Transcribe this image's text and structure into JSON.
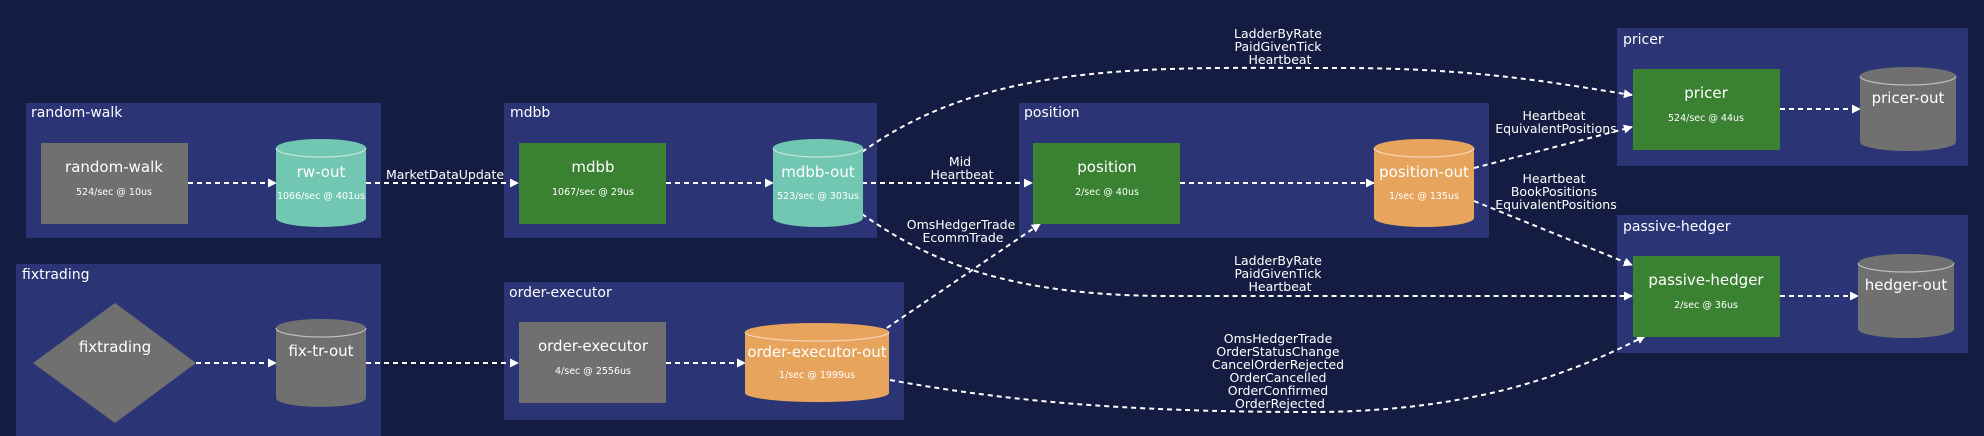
{
  "colors": {
    "background": "#151c42",
    "cluster": "#2b3576",
    "service": "#3a8131",
    "neutral": "#707070",
    "topic_teal": "#72c7b3",
    "topic_orange": "#e7a45d",
    "topic_gray": "#707070",
    "edge": "#ffffff"
  },
  "clusters": {
    "random_walk": "random-walk",
    "fixtrading": "fixtrading",
    "mdbb": "mdbb",
    "order_executor": "order-executor",
    "position": "position",
    "pricer": "pricer",
    "passive_hedger": "passive-hedger"
  },
  "nodes": {
    "random_walk": {
      "label": "random-walk",
      "stats": "524/sec @ 10us"
    },
    "rw_out": {
      "label": "rw-out",
      "stats": "1066/sec @ 401us"
    },
    "fixtrading": {
      "label": "fixtrading"
    },
    "fix_tr_out": {
      "label": "fix-tr-out"
    },
    "mdbb": {
      "label": "mdbb",
      "stats": "1067/sec @ 29us"
    },
    "mdbb_out": {
      "label": "mdbb-out",
      "stats": "523/sec @ 303us"
    },
    "order_executor": {
      "label": "order-executor",
      "stats": "4/sec @ 2556us"
    },
    "order_executor_out": {
      "label": "order-executor-out",
      "stats": "1/sec @ 1999us"
    },
    "position": {
      "label": "position",
      "stats": "2/sec @ 40us"
    },
    "position_out": {
      "label": "position-out",
      "stats": "1/sec @ 135us"
    },
    "pricer": {
      "label": "pricer",
      "stats": "524/sec @ 44us"
    },
    "pricer_out": {
      "label": "pricer-out"
    },
    "passive_hedger": {
      "label": "passive-hedger",
      "stats": "2/sec @ 36us"
    },
    "hedger_out": {
      "label": "hedger-out"
    }
  },
  "edges": {
    "rw_to_mdbb": [
      "MarketDataUpdate"
    ],
    "mdbb_to_position": [
      "Mid",
      "Heartbeat"
    ],
    "mdbb_to_pricer": [
      "LadderByRate",
      "PaidGivenTick",
      "Heartbeat"
    ],
    "mdbb_to_hedger": [
      "LadderByRate",
      "PaidGivenTick",
      "Heartbeat"
    ],
    "oe_to_position": [
      "OmsHedgerTrade",
      "EcommTrade"
    ],
    "oe_to_hedger": [
      "OmsHedgerTrade",
      "OrderStatusChange",
      "CancelOrderRejected",
      "OrderCancelled",
      "OrderConfirmed",
      "OrderRejected"
    ],
    "position_to_pricer": [
      "Heartbeat",
      "EquivalentPositions"
    ],
    "position_to_hedger": [
      "Heartbeat",
      "BookPositions",
      "EquivalentPositions"
    ]
  }
}
